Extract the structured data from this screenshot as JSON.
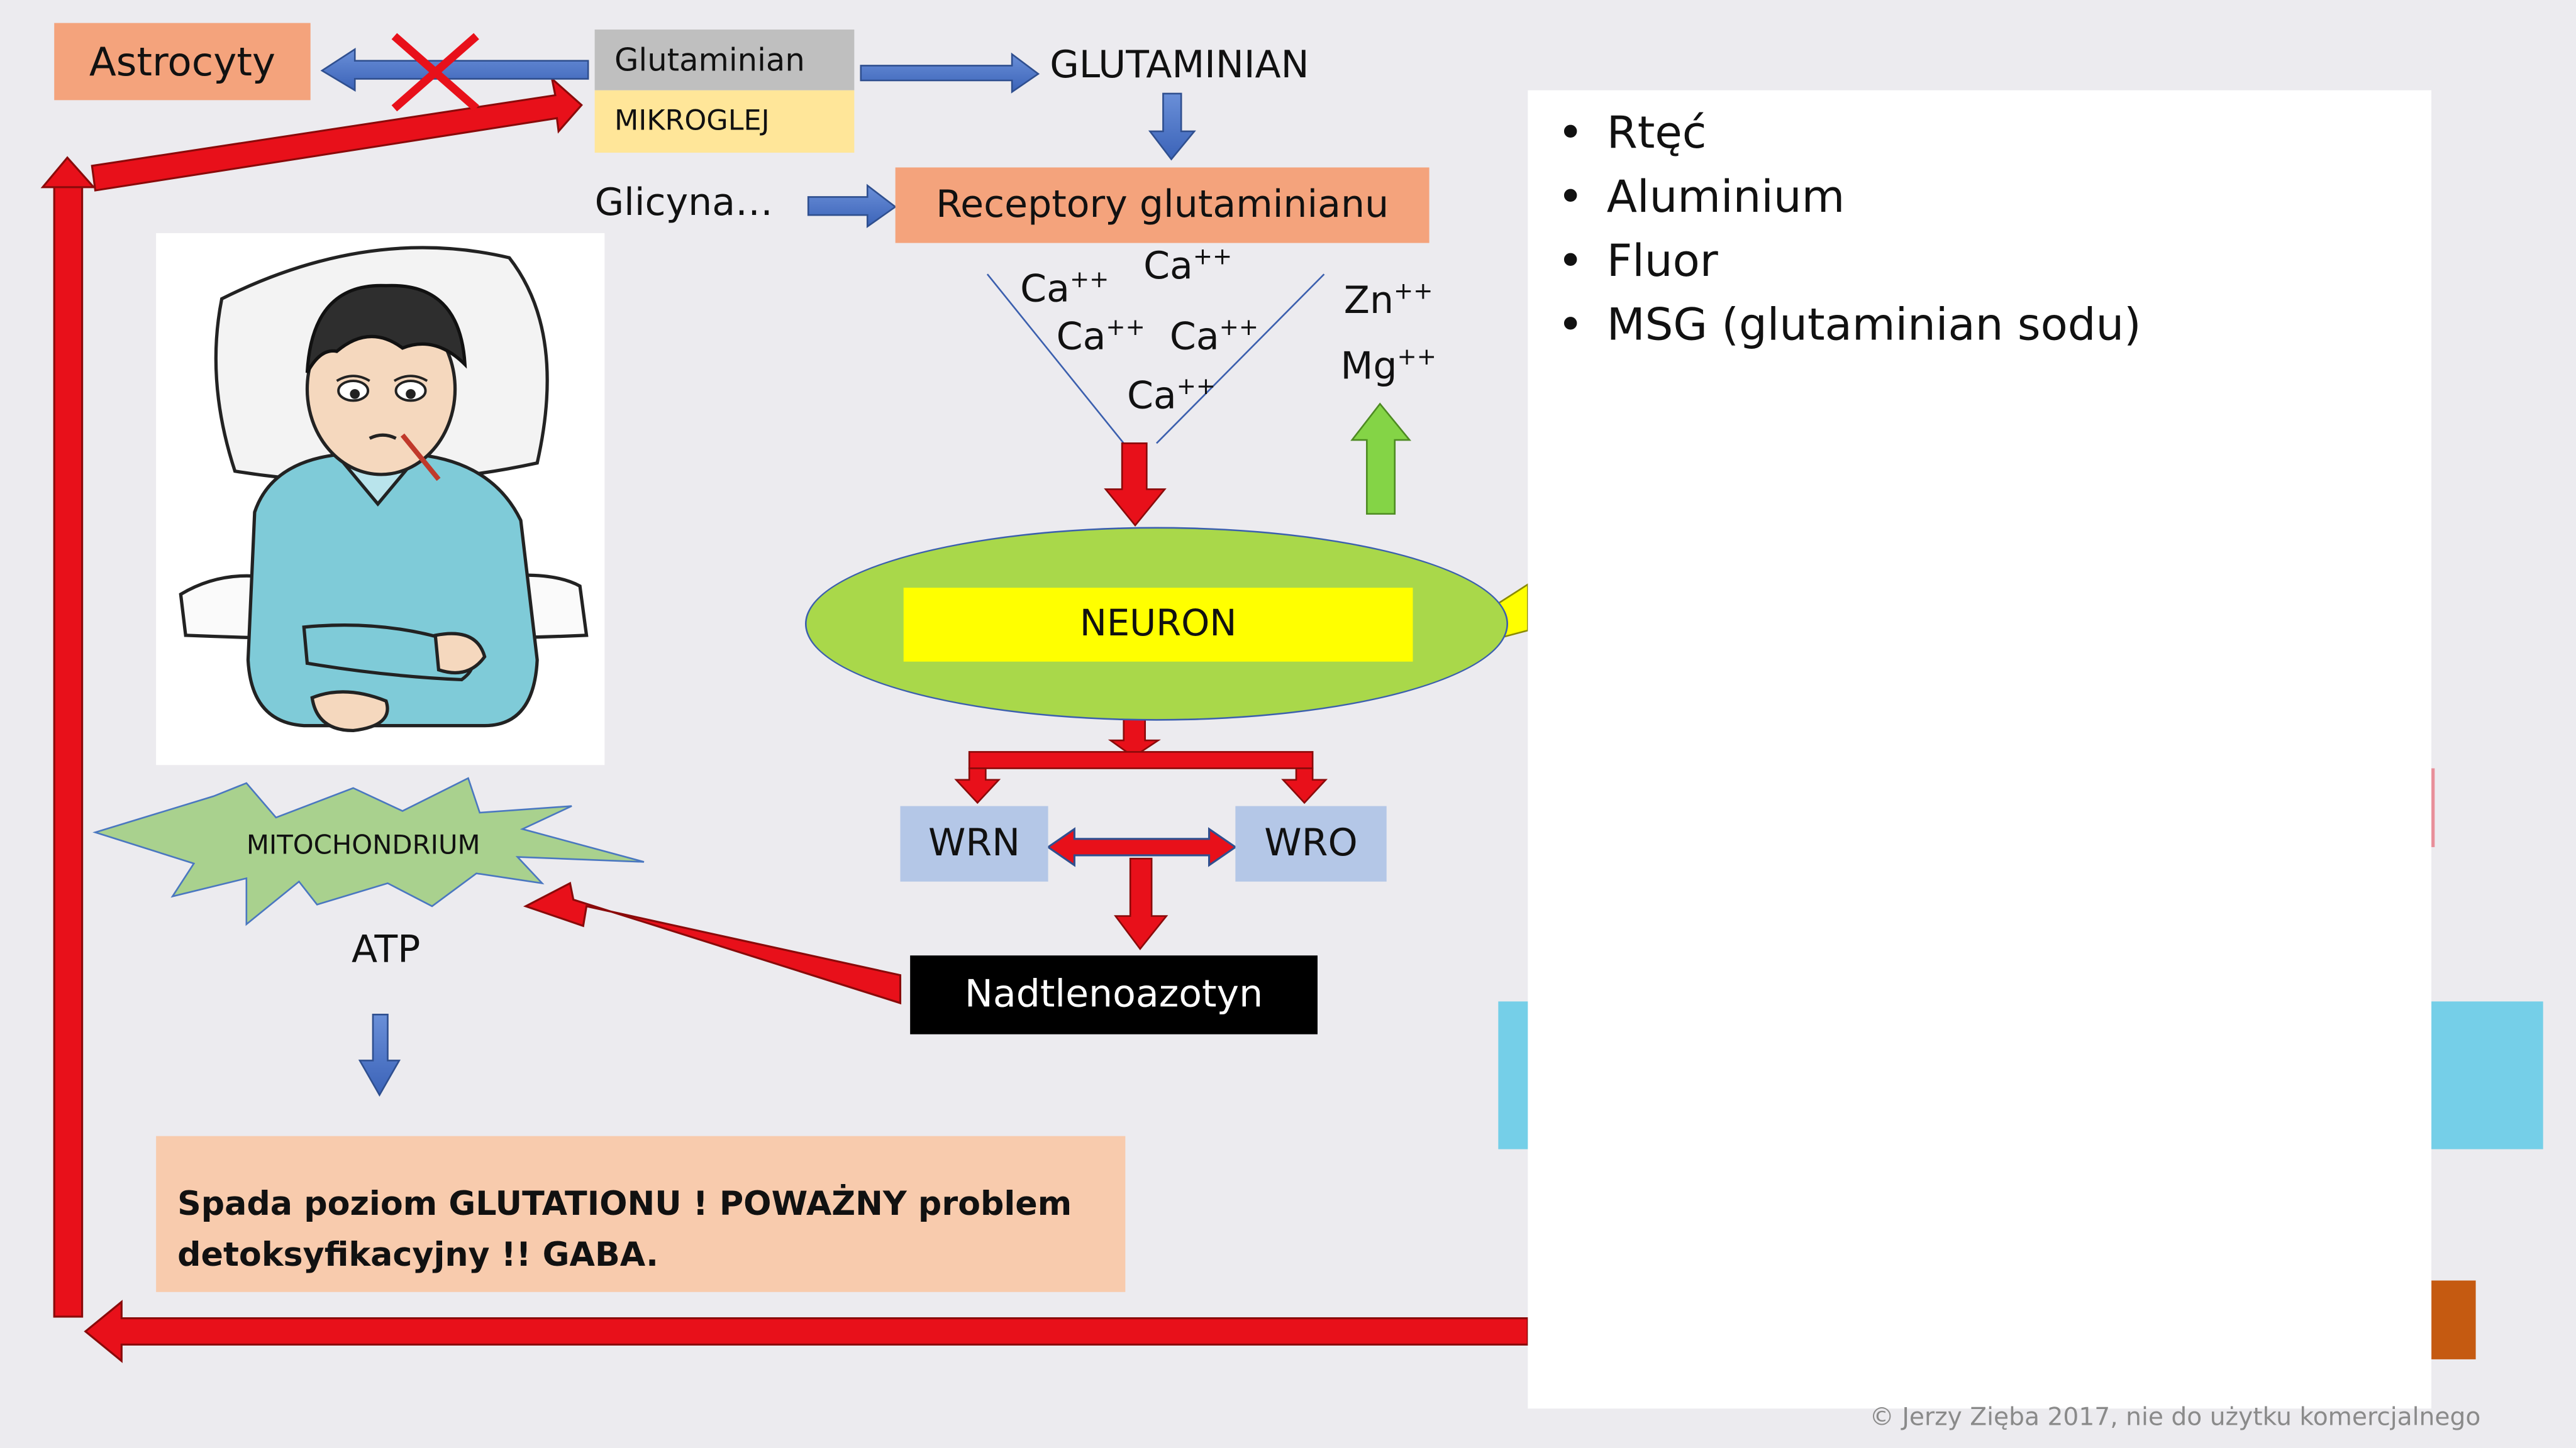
{
  "diagram": {
    "astrocyty": "Astrocyty",
    "glutaminian_small": "Glutaminian",
    "mikroglej": "MIKROGLEJ",
    "glutaminian_big": "GLUTAMINIAN",
    "glicyna": "Glicyna…",
    "receptory": "Receptory glutaminianu",
    "ca": "Ca",
    "charge": "++",
    "zn": "Zn",
    "mg": "Mg",
    "neuron": "NEURON",
    "wrn": "WRN",
    "wro": "WRO",
    "nadtlenoazotyn": "Nadtlenoazotyn",
    "mitochondrium": "MITOCHONDRIUM",
    "atp": "ATP",
    "warning_line1": "Spada poziom GLUTATIONU ! POWAŻNY problem",
    "warning_line2": "detoksyfikacyjny !! GABA."
  },
  "panel": {
    "items": [
      "Rtęć",
      "Aluminium",
      "Fluor",
      "MSG (glutaminian sodu)"
    ]
  },
  "footer": {
    "copyright": "©  Jerzy Zięba 2017, nie do użytku komercjalnego"
  },
  "colors": {
    "salmon": "#f4a37c",
    "red_arrow": "#e8101a",
    "blue_arrow": "#4472c4",
    "green_arrow": "#84d446",
    "neuron_fill": "#a9d84a",
    "neuron_label": "#ffff00",
    "wr_box": "#b4c7e7",
    "warning_bg": "#f8cbad",
    "mikroglej": "#ffe699"
  }
}
